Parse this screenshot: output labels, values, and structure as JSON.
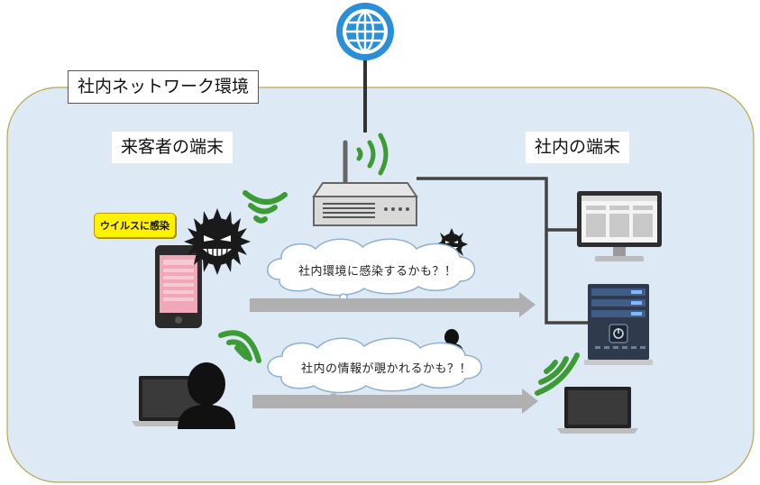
{
  "labels": {
    "network_env": "社内ネットワーク環境",
    "visitor_devices": "来客者の端末",
    "company_devices": "社内の端末"
  },
  "bubbles": {
    "infection": "社内環境に感染するかも？！",
    "peeking": "社内の情報が覗かれるかも？！"
  },
  "tags": {
    "virus": "ウイルスに感染"
  },
  "colors": {
    "env_fill": "#dde9f5",
    "env_border": "#b9a64d",
    "wifi_green": "#3d9b35",
    "arrow_gray": "#b0b0b0",
    "globe_blue": "#2a8fd6",
    "tag_yellow": "#fff200"
  },
  "icons": [
    "globe-icon",
    "router-icon",
    "wifi-icon",
    "smartphone-icon",
    "virus-icon",
    "laptop-icon",
    "person-icon",
    "monitor-icon",
    "server-icon",
    "cloud-icon",
    "arrow-icon"
  ]
}
